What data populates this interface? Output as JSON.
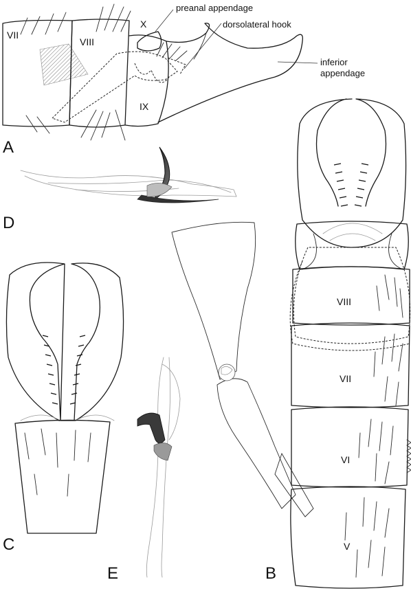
{
  "panels": {
    "a": "A",
    "b": "B",
    "c": "C",
    "d": "D",
    "e": "E"
  },
  "segments_a": {
    "vii": "VII",
    "viii": "VIII",
    "ix": "IX",
    "x": "X"
  },
  "segments_b": {
    "viii": "VIII",
    "vii": "VII",
    "vi": "VI",
    "v": "V"
  },
  "annotations": {
    "preanal": "preanal appendage",
    "dorsolateral": "dorsolateral hook",
    "inferior_1": "inferior",
    "inferior_2": "appendage"
  },
  "colors": {
    "line": "#1a1a1a",
    "hatch": "#7a7a7a",
    "dark_fill": "#2b2b2b"
  }
}
